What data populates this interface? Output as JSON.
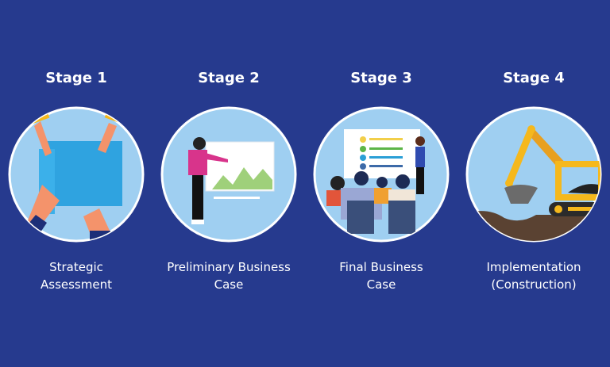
{
  "stages": [
    {
      "title": "Stage 1",
      "label": [
        "Strategic",
        "Assessment"
      ],
      "icon": "hands-on-paper-icon"
    },
    {
      "title": "Stage 2",
      "label": [
        "Preliminary Business",
        "Case"
      ],
      "icon": "presenter-chart-icon"
    },
    {
      "title": "Stage 3",
      "label": [
        "Final Business",
        "Case"
      ],
      "icon": "audience-presentation-icon"
    },
    {
      "title": "Stage 4",
      "label": [
        "Implementation",
        "(Construction)"
      ],
      "icon": "excavator-icon"
    }
  ],
  "colors": {
    "background": "#263a8e",
    "circle": "#9fcff1",
    "accent": "#f5b81c"
  }
}
